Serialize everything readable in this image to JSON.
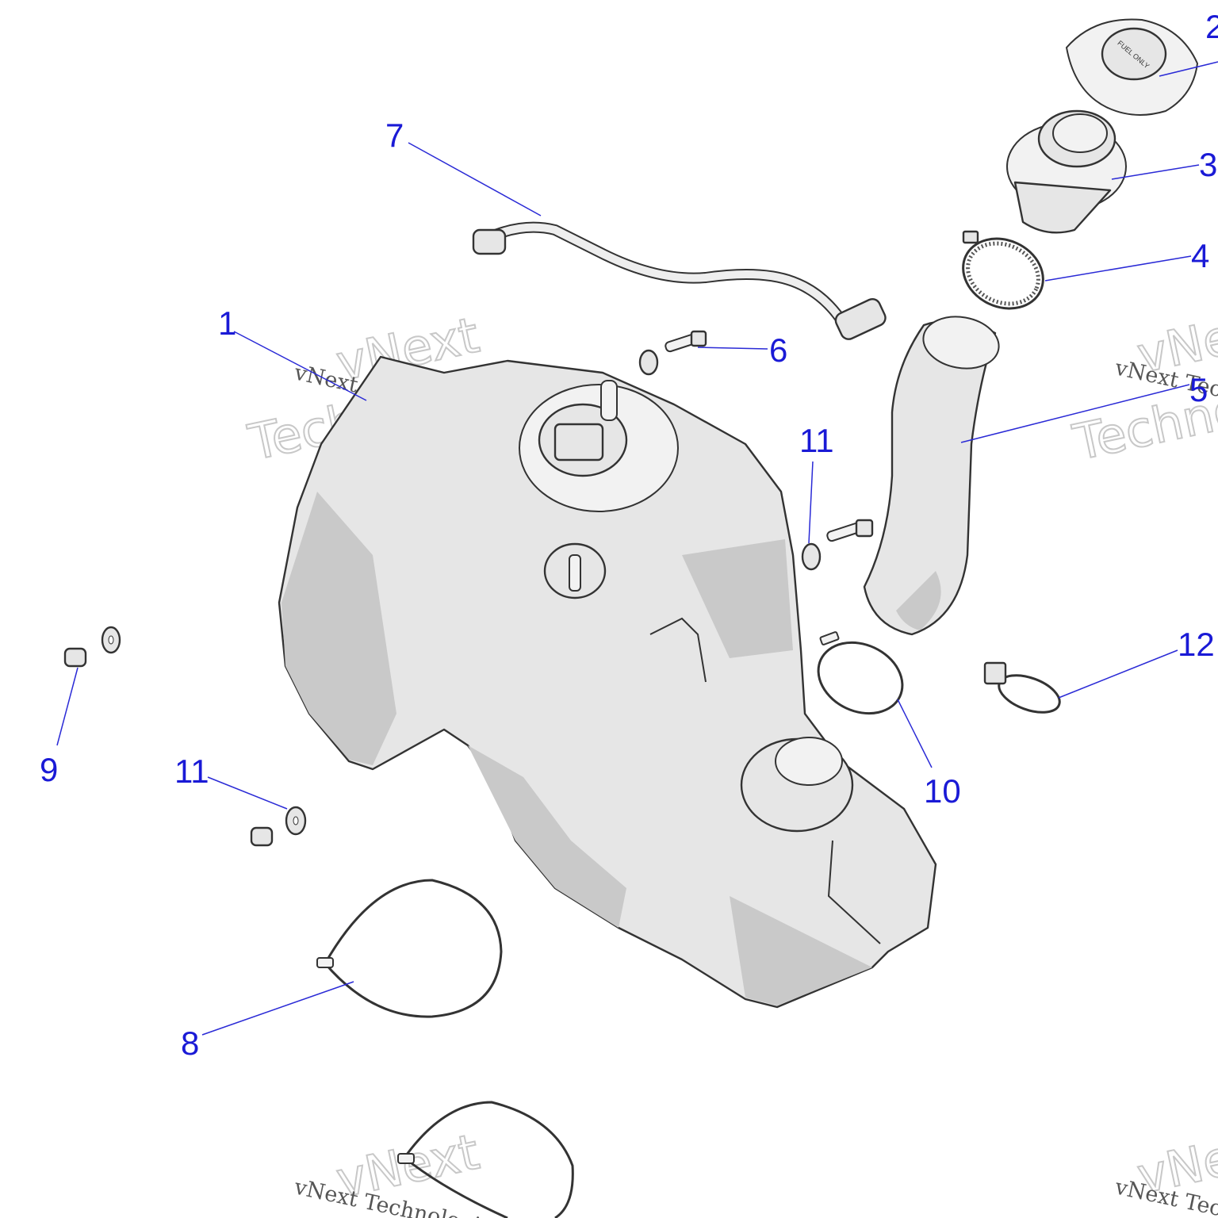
{
  "callouts": {
    "c1": "1",
    "c2": "2",
    "c3": "3",
    "c4": "4",
    "c5": "5",
    "c6": "6",
    "c7": "7",
    "c8": "8",
    "c9": "9",
    "c10": "10",
    "c11a": "11",
    "c11b": "11",
    "c12": "12"
  },
  "cap_text": "FUEL ONLY",
  "watermark": {
    "small": "vNext Technologies",
    "large_line1": "vNext",
    "large_line2": "Technologies"
  },
  "colors": {
    "callout": "#1a1ad6",
    "leader": "#2a2ad6",
    "part_fill": "#e6e6e6",
    "outline": "#333333"
  }
}
